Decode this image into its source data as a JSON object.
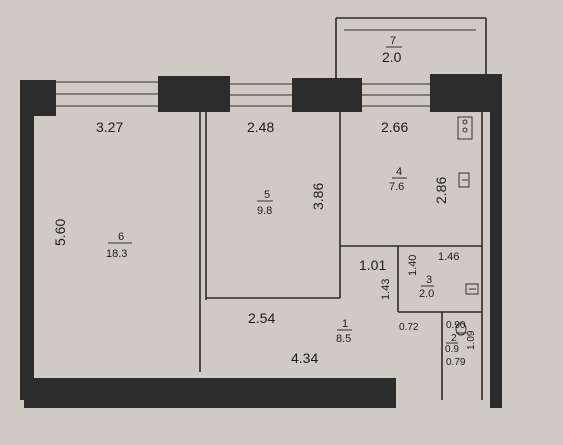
{
  "plan": {
    "rooms": [
      {
        "id": "1",
        "area": "8.5"
      },
      {
        "id": "2",
        "area": "0.9"
      },
      {
        "id": "3",
        "area": "2.0"
      },
      {
        "id": "4",
        "area": "7.6"
      },
      {
        "id": "5",
        "area": "9.8"
      },
      {
        "id": "6",
        "area": "18.3"
      },
      {
        "id": "7",
        "area": "2.0"
      }
    ],
    "dimensions": {
      "d_327": "3.27",
      "d_248": "2.48",
      "d_266": "2.66",
      "d_560": "5.60",
      "d_386": "3.86",
      "d_286": "2.86",
      "d_101": "1.01",
      "d_146": "1.46",
      "d_140": "1.40",
      "d_143": "1.43",
      "d_254": "2.54",
      "d_434": "4.34",
      "d_072": "0.72",
      "d_090": "0.90",
      "d_109": "1.09",
      "d_079": "0.79"
    }
  }
}
